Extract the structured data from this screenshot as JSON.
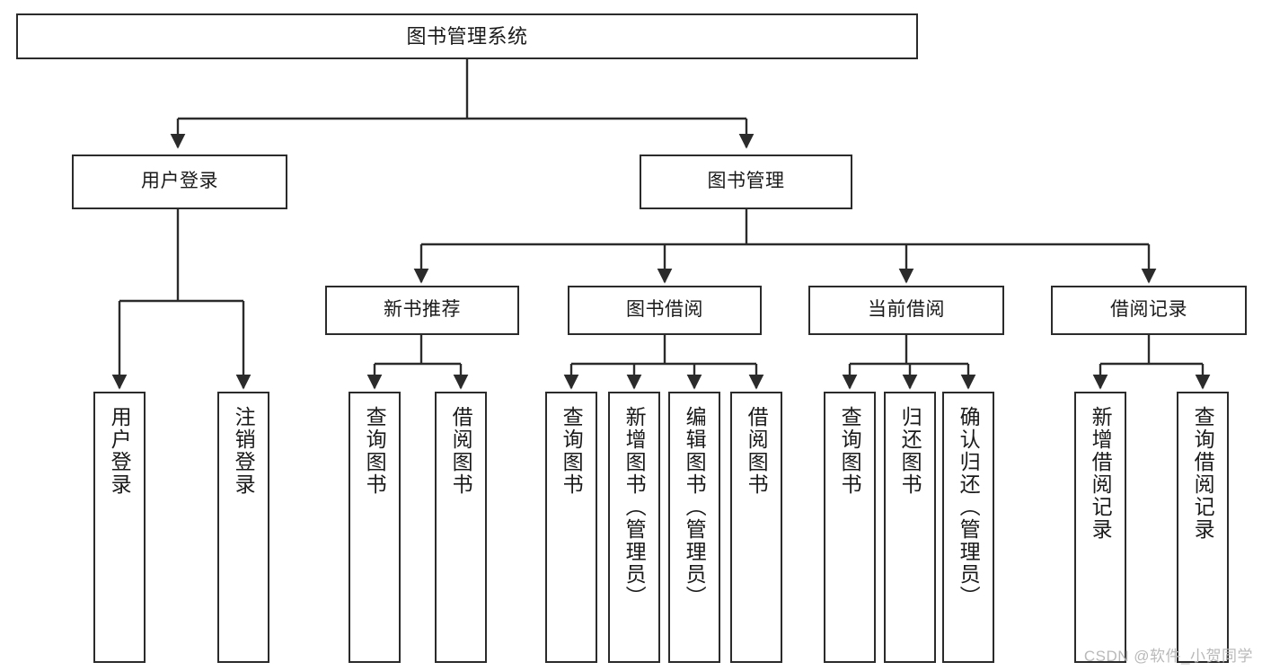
{
  "diagram": {
    "title": "图书管理系统",
    "type": "tree-hierarchy-chart",
    "root": {
      "label": "图书管理系统"
    },
    "level2": [
      {
        "label": "用户登录"
      },
      {
        "label": "图书管理"
      }
    ],
    "level3": [
      {
        "label": "新书推荐"
      },
      {
        "label": "图书借阅"
      },
      {
        "label": "当前借阅"
      },
      {
        "label": "借阅记录"
      }
    ],
    "leaves": {
      "user_login": [
        {
          "label": "用户登录"
        },
        {
          "label": "注销登录"
        }
      ],
      "new_book_recommend": [
        {
          "label": "查询图书"
        },
        {
          "label": "借阅图书"
        }
      ],
      "book_borrow": [
        {
          "label": "查询图书"
        },
        {
          "label": "新增图书（管理员）"
        },
        {
          "label": "编辑图书（管理员）"
        },
        {
          "label": "借阅图书"
        }
      ],
      "current_borrow": [
        {
          "label": "查询图书"
        },
        {
          "label": "归还图书"
        },
        {
          "label": "确认归还（管理员）"
        }
      ],
      "borrow_record": [
        {
          "label": "新增借阅记录"
        },
        {
          "label": "查询借阅记录"
        }
      ]
    }
  },
  "watermark": {
    "text": "CSDN @软件_小贺同学"
  },
  "colors": {
    "border": "#2b2b2b",
    "text": "#1a1a1a",
    "background": "#ffffff",
    "watermark": "#b9b9b9"
  }
}
